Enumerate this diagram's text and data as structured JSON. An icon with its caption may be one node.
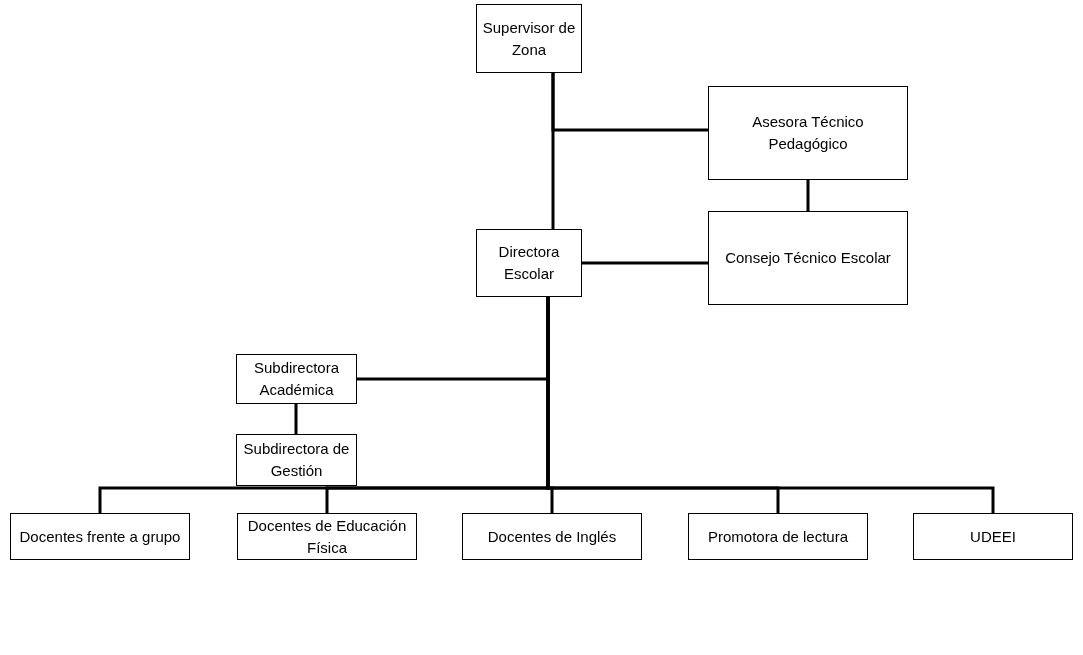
{
  "diagram": {
    "nodes": [
      {
        "text": [
          "Supervisor de Zona"
        ]
      },
      {
        "text": [
          "Asesora Técnico Pedagógico"
        ]
      },
      {
        "text": [
          "Directora Escolar"
        ]
      },
      {
        "text": [
          "Consejo Técnico Escolar"
        ]
      },
      {
        "text": [
          "Subdirectora Académica"
        ]
      },
      {
        "text": [
          "Subdirectora de Gestión"
        ]
      },
      {
        "text": [
          "Docentes frente a grupo"
        ]
      },
      {
        "text": [
          "Docentes de Educación Física"
        ]
      },
      {
        "text": [
          "Docentes de Inglés"
        ]
      },
      {
        "text": [
          "Promotora de lectura"
        ]
      },
      {
        "text": [
          "UDEEI"
        ]
      }
    ],
    "edges": [
      {
        "from": 0,
        "to": 2,
        "arrow": "none"
      },
      {
        "from": 0,
        "to": 1,
        "arrow": "none"
      },
      {
        "from": 1,
        "to": 3,
        "arrow": "none"
      },
      {
        "from": 2,
        "to": 3,
        "arrow": "none"
      },
      {
        "from": 2,
        "to": 4,
        "arrow": "none"
      },
      {
        "from": 4,
        "to": 5,
        "arrow": "none"
      },
      {
        "from": 2,
        "to": 6,
        "arrow": "none"
      },
      {
        "from": 2,
        "to": 7,
        "arrow": "none"
      },
      {
        "from": 2,
        "to": 8,
        "arrow": "none"
      },
      {
        "from": 2,
        "to": 9,
        "arrow": "none"
      },
      {
        "from": 2,
        "to": 10,
        "arrow": "none"
      }
    ]
  }
}
